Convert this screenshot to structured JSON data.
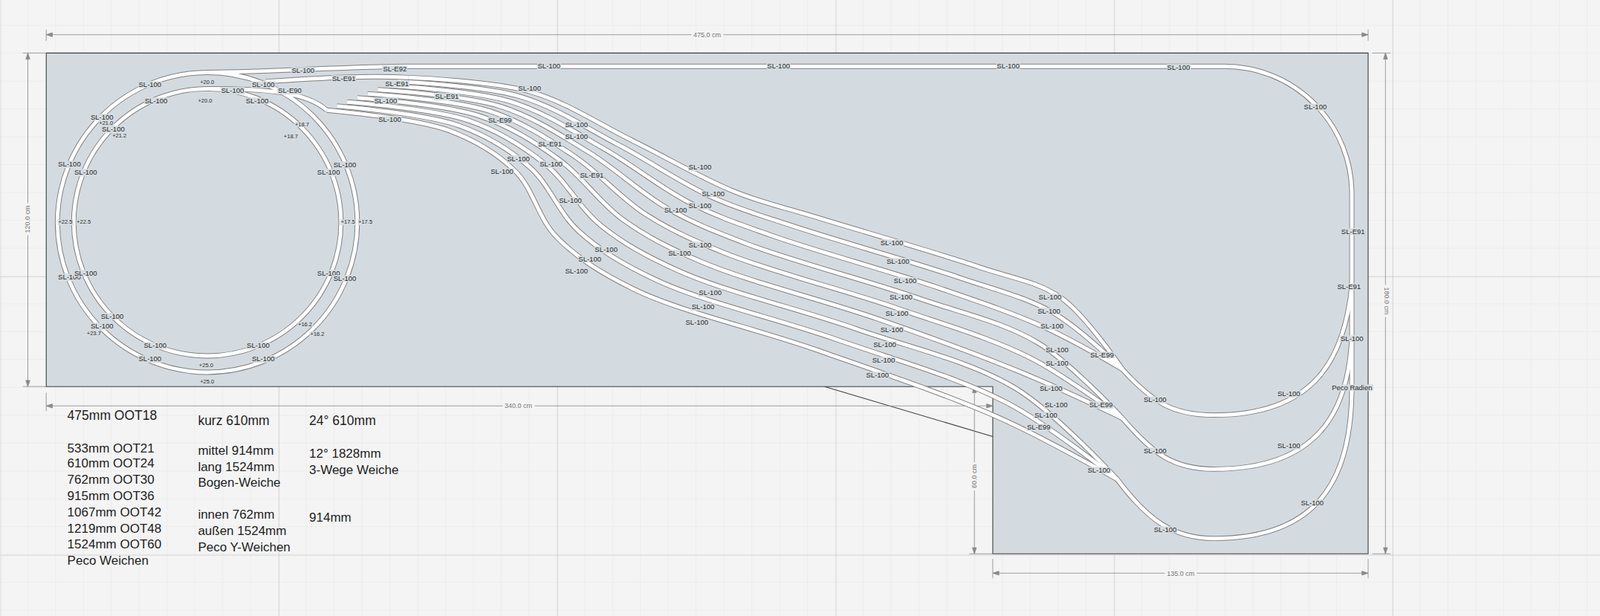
{
  "diagram": {
    "labels": [
      "475.0 cm",
      "120.0 cm",
      "340.0 cm",
      "180.0 cm",
      "60.0 cm",
      "135.0 cm",
      "SL-100",
      "SL-100",
      "+20.0",
      "+20.0",
      "SL-100",
      "SL-100",
      "SL-100",
      "SL-E90",
      "SL-100",
      "SL-E91",
      "SL-E92",
      "SL-E91",
      "SL-100",
      "SL-100",
      "SL-E91",
      "SL-100",
      "SL-100",
      "SL-100",
      "SL-100",
      "SL-100",
      "SL-100",
      "+21.0",
      "SL-100",
      "+21.2",
      "+18.7",
      "+18.7",
      "SL-100",
      "SL-100",
      "SL-100",
      "SL-100",
      "+22.5",
      "+22.5",
      "+17.5",
      "+17.5",
      "SL-100",
      "SL-100",
      "SL-100",
      "SL-100",
      "SL-100",
      "SL-100",
      "+23.7",
      "+16.2",
      "+16.2",
      "SL-100",
      "SL-100",
      "SL-100",
      "SL-100",
      "+25.0",
      "+25.0",
      "SL-E99",
      "SL-100",
      "SL-100",
      "SL-E91",
      "SL-100",
      "SL-100",
      "SL-100",
      "SL-E91",
      "SL-100",
      "SL-100",
      "SL-100",
      "SL-100",
      "SL-100",
      "SL-100",
      "SL-100",
      "SL-100",
      "SL-100",
      "SL-100",
      "SL-100",
      "SL-100",
      "SL-100",
      "SL-100",
      "SL-100",
      "SL-100",
      "SL-100",
      "SL-100",
      "SL-100",
      "SL-100",
      "SL-100",
      "SL-100",
      "SL-100",
      "SL-100",
      "SL-100",
      "SL-100",
      "SL-100",
      "SL-100",
      "SL-100",
      "SL-100",
      "SL-E99",
      "SL-E99",
      "SL-E99",
      "SL-100",
      "SL-100",
      "SL-100",
      "SL-100",
      "SL-100",
      "SL-100",
      "SL-100",
      "SL-100",
      "SL-E91",
      "SL-E91",
      "SL-100",
      "Peco Radien",
      "475mm OOT18",
      "533mm OOT21",
      "610mm OOT24",
      "762mm OOT30",
      "915mm OOT36",
      "1067mm OOT42",
      "1219mm OOT48",
      "1524mm OOT60",
      "Peco Weichen",
      "kurz 610mm",
      "mittel 914mm",
      "lang 1524mm",
      "Bogen-Weiche",
      "innen 762mm",
      "außen 1524mm",
      "Peco Y-Weichen",
      "24° 610mm",
      "12° 1828mm",
      "3-Wege Weiche",
      "914mm"
    ]
  }
}
